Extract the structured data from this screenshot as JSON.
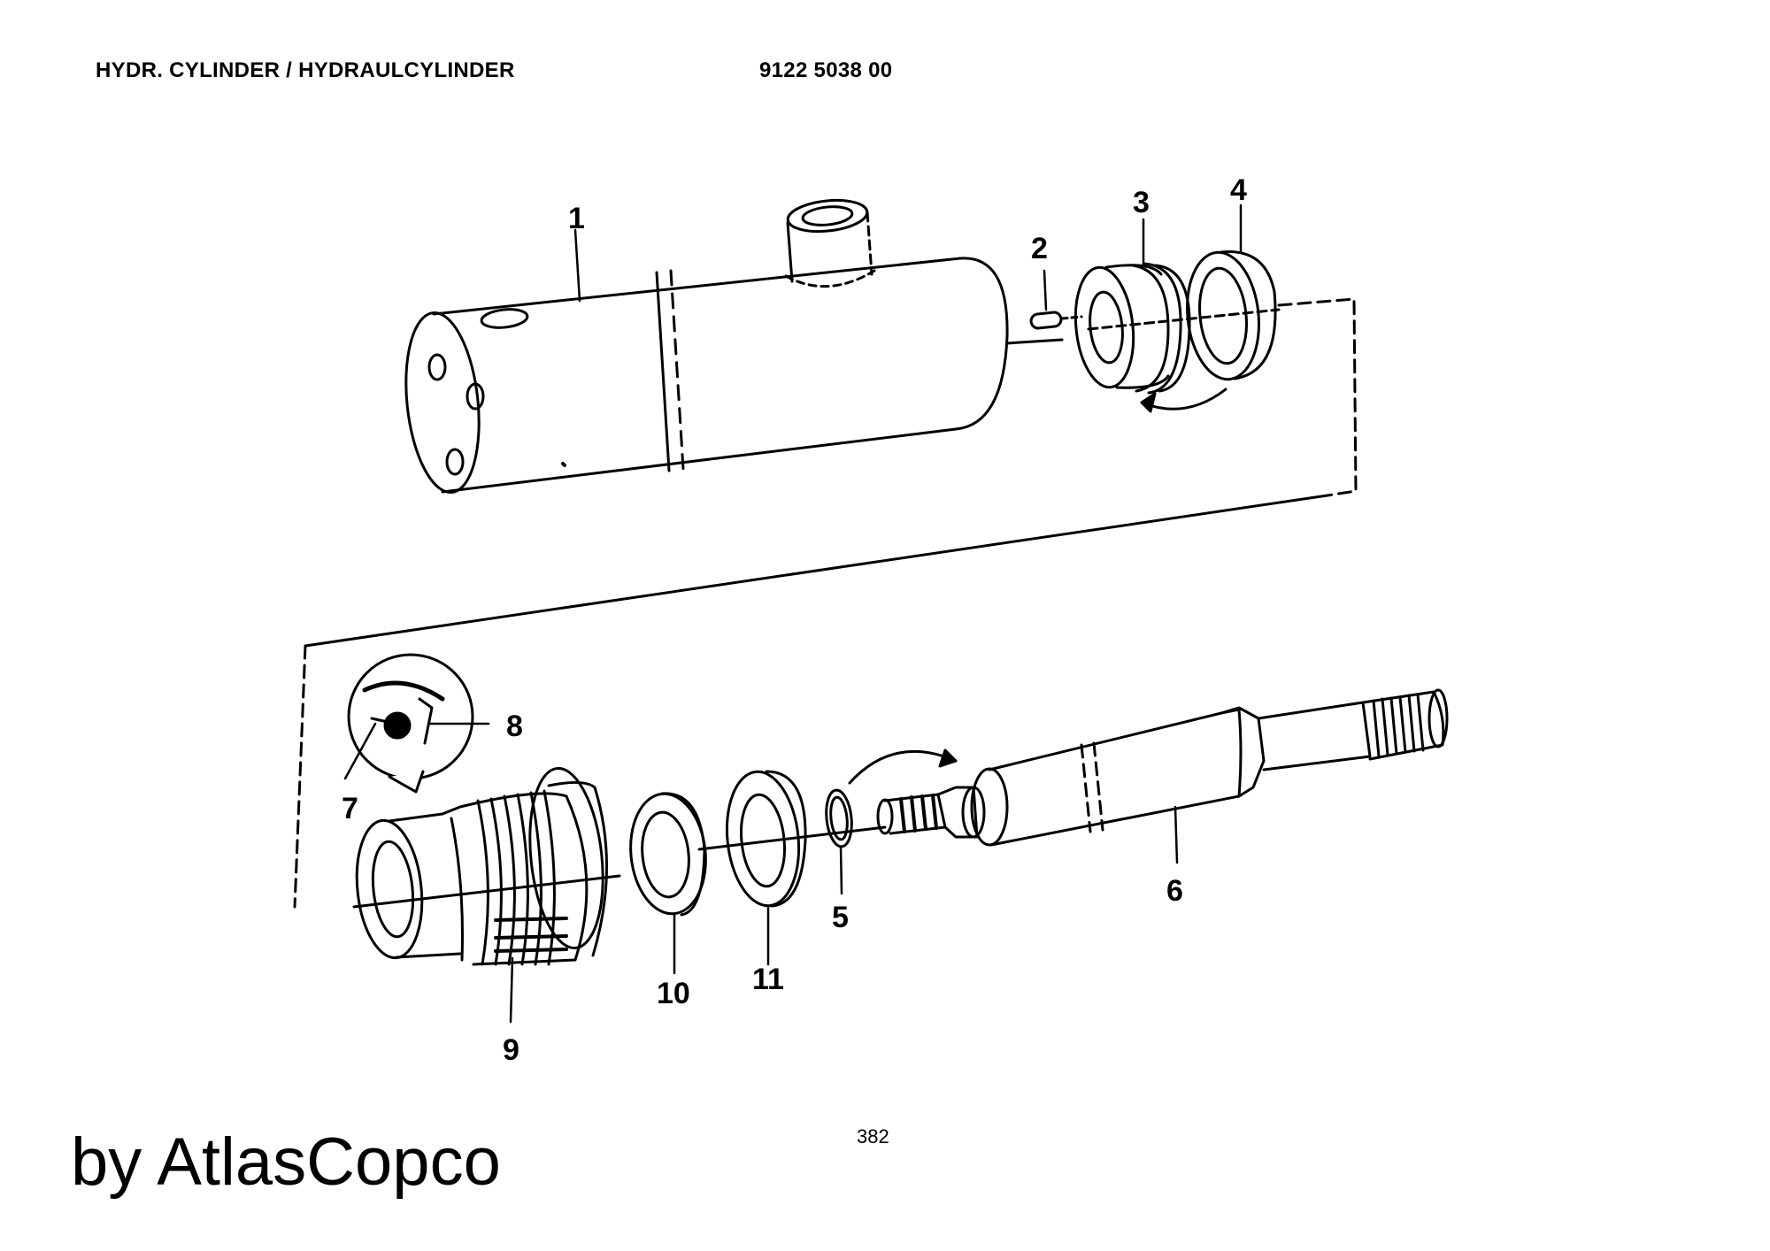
{
  "header": {
    "title": "HYDR. CYLINDER / HYDRAULCYLINDER",
    "part_number": "9122 5038 00"
  },
  "callouts": [
    "1",
    "2",
    "3",
    "4",
    "5",
    "6",
    "7",
    "8",
    "9",
    "10",
    "11"
  ],
  "footer": {
    "page_number": "382",
    "brand": "by AtlasCopco"
  }
}
